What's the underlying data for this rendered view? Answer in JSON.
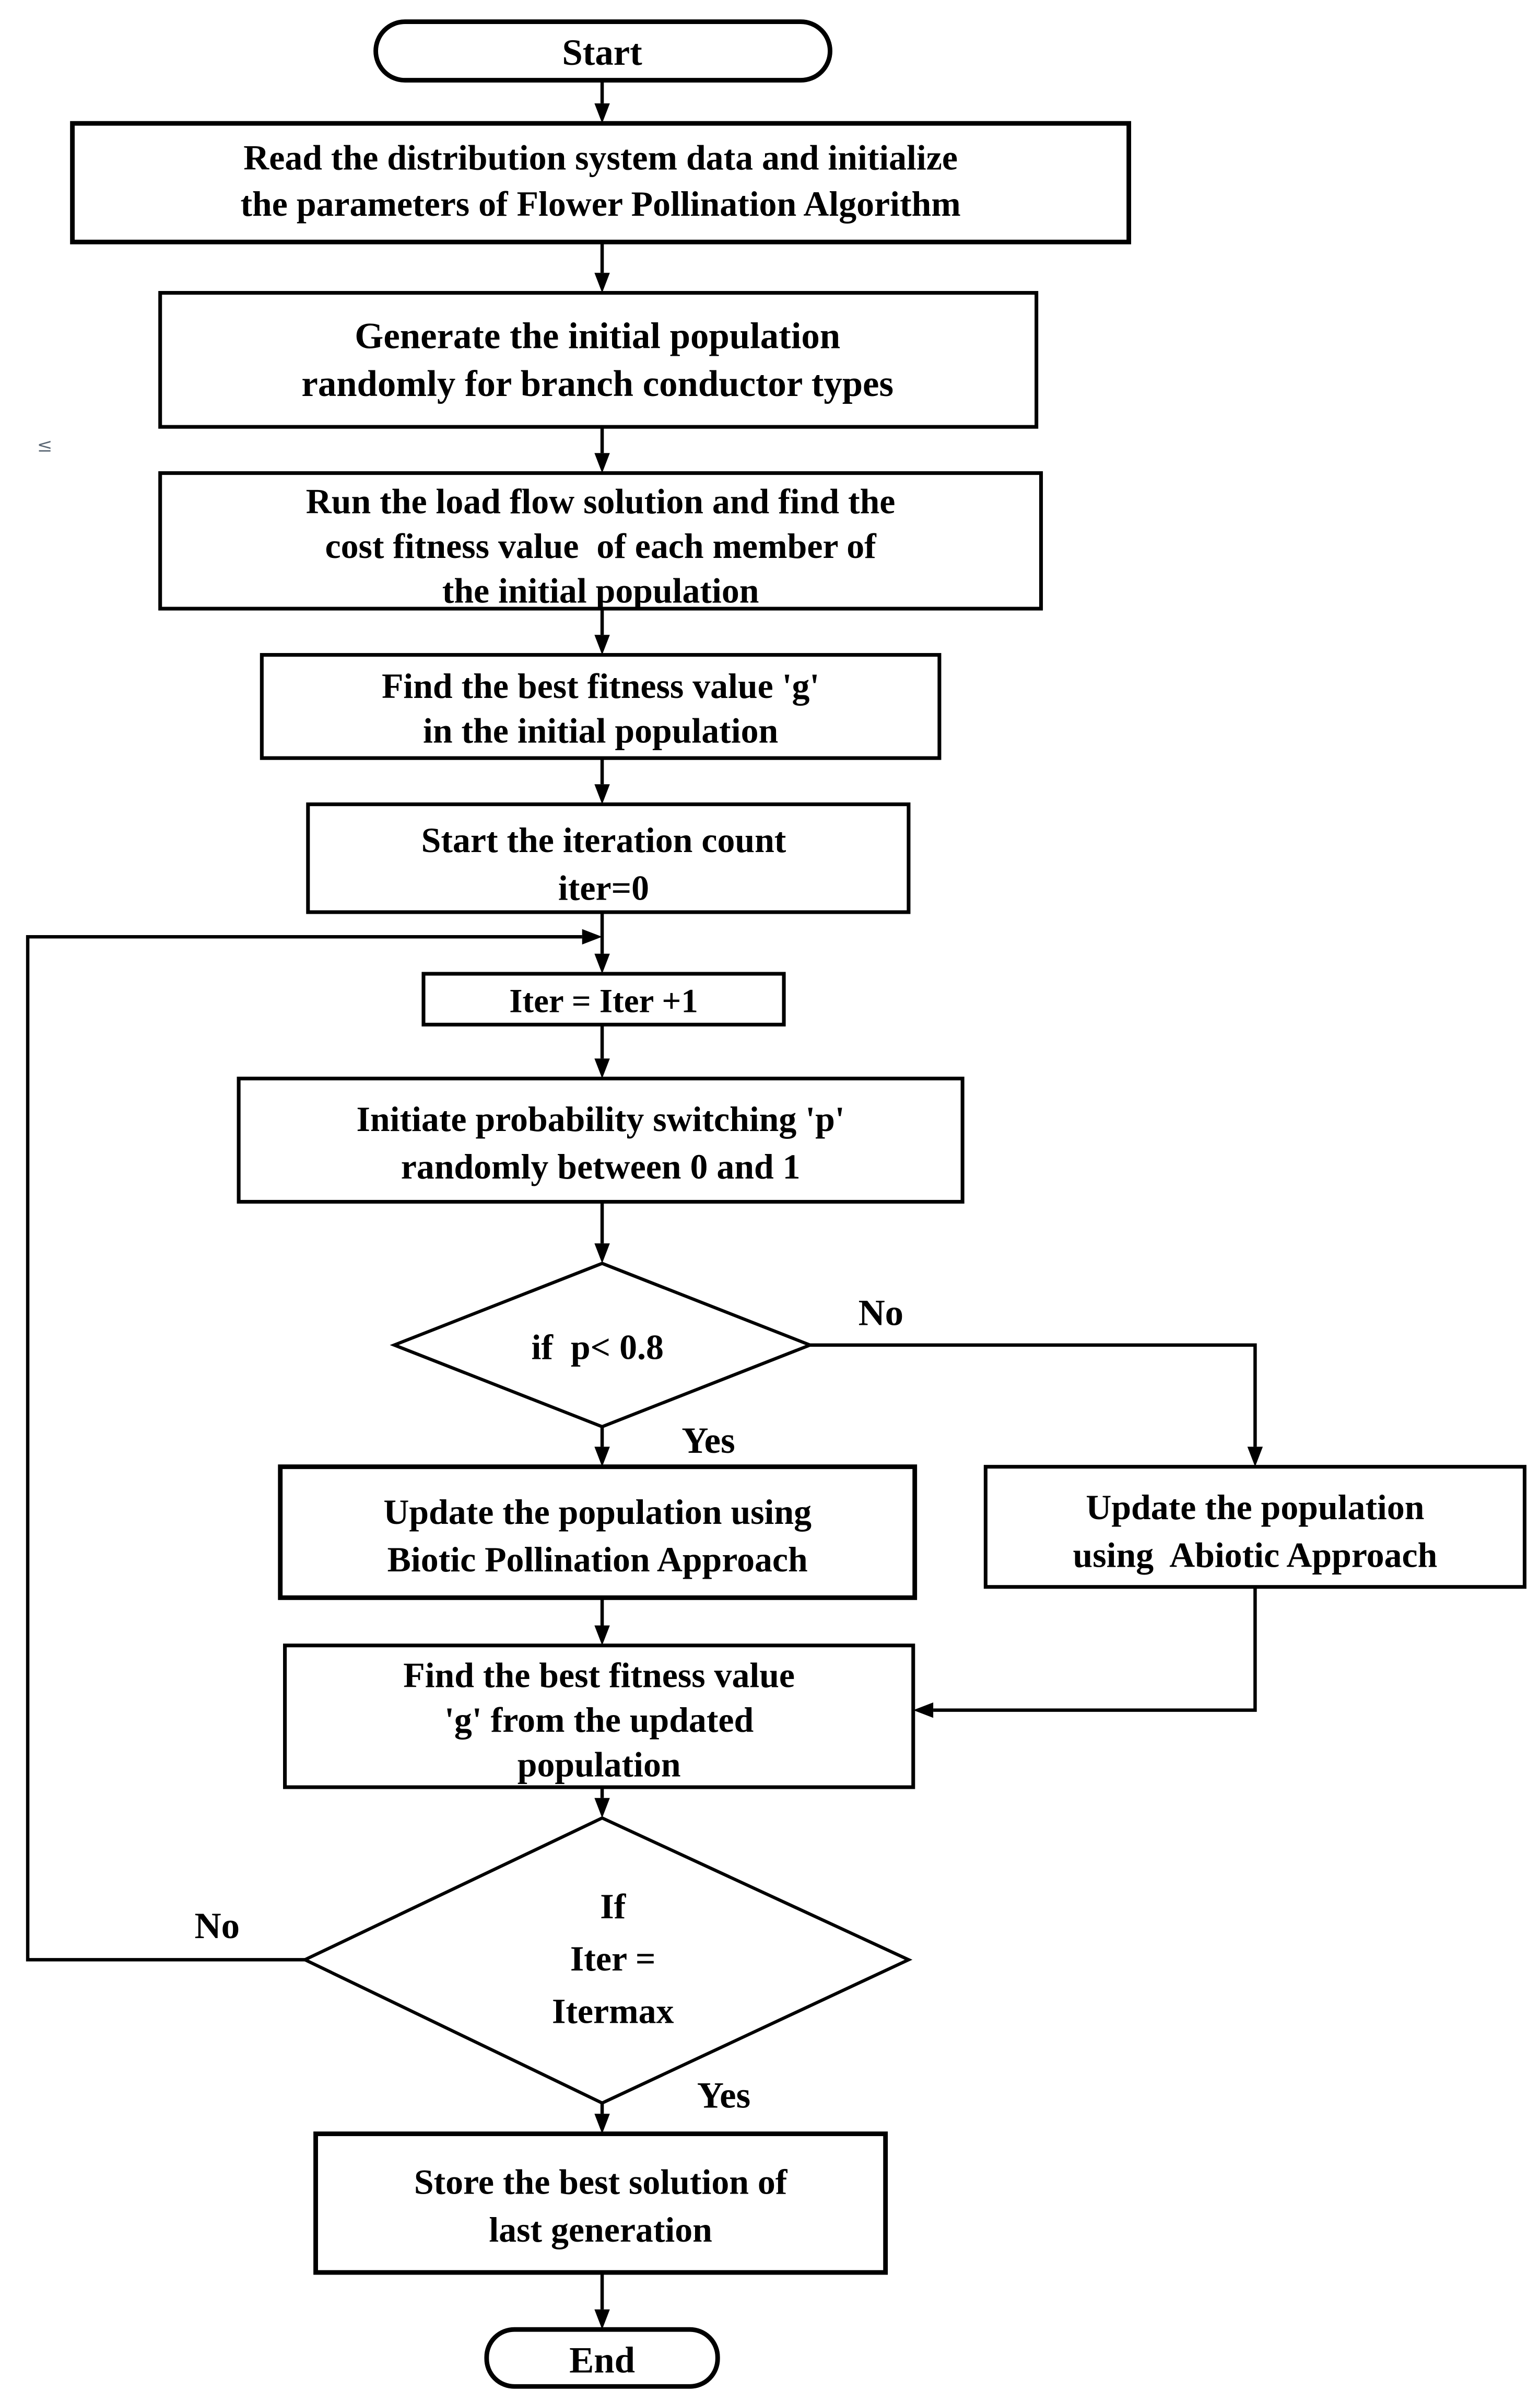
{
  "figure": {
    "background_color": "#ffffff",
    "line_color": "#000000",
    "text_color": "#000000"
  },
  "nodes": {
    "start": {
      "shape": "terminator",
      "label": "Start"
    },
    "read_data": {
      "shape": "process",
      "lines": [
        "Read the distribution system data and initialize",
        "the parameters of Flower Pollination Algorithm"
      ]
    },
    "generate_population": {
      "shape": "process",
      "lines": [
        "Generate the initial population",
        "randomly for branch conductor types"
      ]
    },
    "run_load_flow": {
      "shape": "process",
      "lines": [
        "Run the load flow solution and find the",
        "cost fitness value  of each member of",
        "the initial population"
      ]
    },
    "find_best_initial": {
      "shape": "process",
      "lines": [
        "Find the best fitness value 'g'",
        "in the initial population"
      ]
    },
    "start_iteration_count": {
      "shape": "process",
      "lines": [
        "Start the iteration count",
        "iter=0"
      ]
    },
    "increment_iteration": {
      "shape": "process",
      "lines": [
        "Iter = Iter +1"
      ]
    },
    "initiate_probability": {
      "shape": "process",
      "lines": [
        "Initiate probability switching 'p'",
        "randomly between 0 and 1"
      ]
    },
    "probability_decision": {
      "shape": "decision",
      "lines": [
        "if  p< 0.8"
      ]
    },
    "biotic_update": {
      "shape": "process",
      "lines": [
        "Update the population using",
        "Biotic Pollination Approach"
      ]
    },
    "abiotic_update": {
      "shape": "process",
      "lines": [
        "Update the population",
        "using  Abiotic Approach"
      ]
    },
    "find_best_updated": {
      "shape": "process",
      "lines": [
        "Find the best fitness value",
        "'g' from the updated",
        "population"
      ]
    },
    "iteration_decision": {
      "shape": "decision",
      "lines": [
        "If",
        "Iter =",
        "Itermax"
      ]
    },
    "store_best_solution": {
      "shape": "process",
      "lines": [
        "Store the best solution of",
        "last generation"
      ]
    },
    "end": {
      "shape": "terminator",
      "label": "End"
    }
  },
  "edge_labels": {
    "probability_no": "No",
    "probability_yes": "Yes",
    "iteration_no": "No",
    "iteration_yes": "Yes"
  },
  "artifacts": {
    "stray_mark": "≤"
  }
}
